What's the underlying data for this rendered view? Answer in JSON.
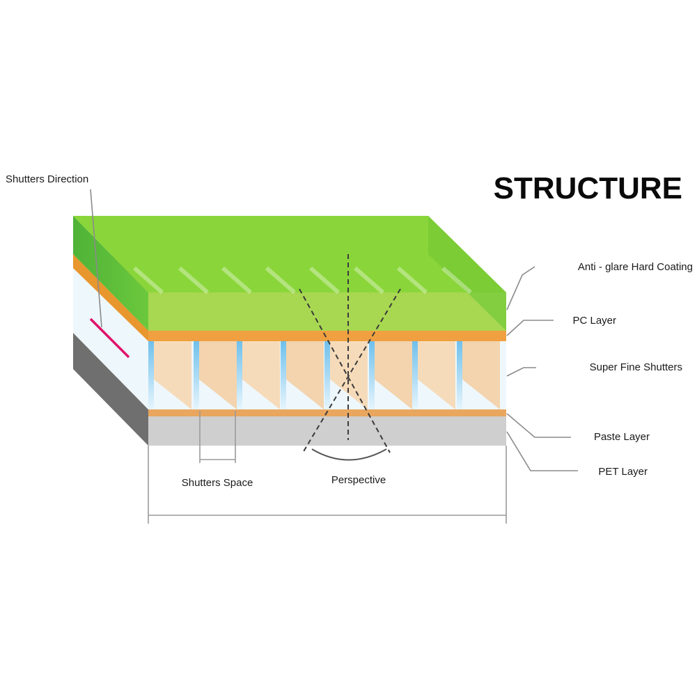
{
  "title": "STRUCTURE",
  "labels": {
    "anti_glare": "Anti - glare Hard Coating",
    "pc_layer": "PC Layer",
    "super_fine_shutters": "Super Fine Shutters",
    "paste_layer": "Paste Layer",
    "pet_layer": "PET Layer",
    "shutters_direction": "Shutters Direction",
    "shutters_space": "Shutters Space",
    "perspective": "Perspective"
  },
  "colors": {
    "coating_green": "#7fd43a",
    "pc_orange": "#f2a744",
    "paste_orange": "#e9a65e",
    "pet_gray": "#cfcfcf",
    "pet_dark": "#6f6f6f",
    "shutter_blue": "#7fc8ee",
    "direction_marker": "#e0106a"
  }
}
